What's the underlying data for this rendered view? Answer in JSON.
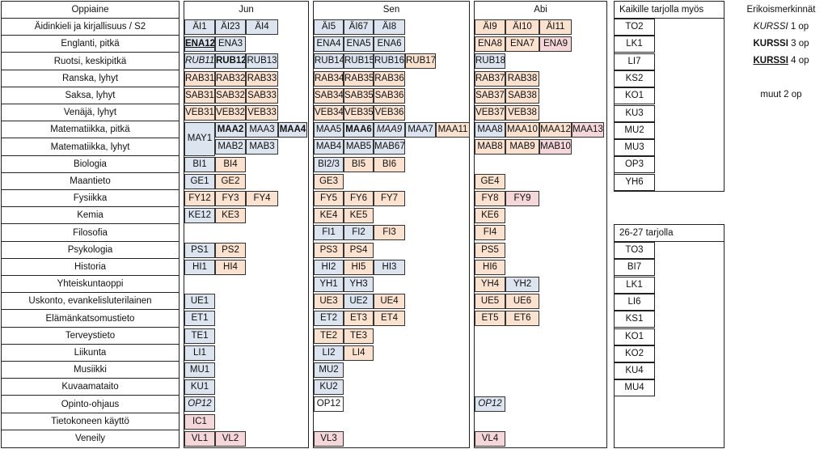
{
  "subjects": {
    "header": "Oppiaine",
    "items": [
      "Äidinkieli ja kirjallisuus / S2",
      "Englanti, pitkä",
      "Ruotsi, keskipitkä",
      "Ranska, lyhyt",
      "Saksa, lyhyt",
      "Venäjä, lyhyt",
      "Matematiikka, pitkä",
      "Matematiikka, lyhyt",
      "Biologia",
      "Maantieto",
      "Fysiikka",
      "Kemia",
      "Filosofia",
      "Psykologia",
      "Historia",
      "Yhteiskuntaoppi",
      "Uskonto, evankelisluterilainen",
      "Elämänkatsomustieto",
      "Terveystieto",
      "Liikunta",
      "Musiikki",
      "Kuvaamataito",
      "Opinto-ohjaus",
      "Tietokoneen käyttö",
      "Veneily"
    ]
  },
  "columns": {
    "jun": "Jun",
    "sen": "Sen",
    "abi": "Abi"
  },
  "colors": {
    "blue": "#dce4ef",
    "orange": "#fbe2cf",
    "pink": "#f5d7d9"
  },
  "courses": {
    "jun": [
      {
        "r": 0,
        "c": 0,
        "t": "ÄI1",
        "k": "blue"
      },
      {
        "r": 0,
        "c": 1,
        "t": "ÄI23",
        "k": "blue"
      },
      {
        "r": 0,
        "c": 2,
        "t": "ÄI4",
        "k": "blue"
      },
      {
        "r": 1,
        "c": 0,
        "t": "ENA12",
        "k": "blue",
        "s": "bold underline"
      },
      {
        "r": 1,
        "c": 1,
        "t": "ENA3",
        "k": "blue"
      },
      {
        "r": 2,
        "c": 0,
        "t": "RUB11",
        "k": "blue",
        "s": "italic"
      },
      {
        "r": 2,
        "c": 1,
        "t": "RUB12",
        "k": "blue",
        "s": "bold"
      },
      {
        "r": 2,
        "c": 2,
        "t": "RUB13",
        "k": "blue"
      },
      {
        "r": 3,
        "c": 0,
        "t": "RAB31",
        "k": "orange"
      },
      {
        "r": 3,
        "c": 1,
        "t": "RAB32",
        "k": "orange"
      },
      {
        "r": 3,
        "c": 2,
        "t": "RAB33",
        "k": "orange"
      },
      {
        "r": 4,
        "c": 0,
        "t": "SAB31",
        "k": "orange"
      },
      {
        "r": 4,
        "c": 1,
        "t": "SAB32",
        "k": "orange"
      },
      {
        "r": 4,
        "c": 2,
        "t": "SAB33",
        "k": "orange"
      },
      {
        "r": 5,
        "c": 0,
        "t": "VEB31",
        "k": "orange"
      },
      {
        "r": 5,
        "c": 1,
        "t": "VEB32",
        "k": "orange"
      },
      {
        "r": 5,
        "c": 2,
        "t": "VEB33",
        "k": "orange"
      },
      {
        "r": 6,
        "c": 0,
        "t": "MAY1",
        "k": "blue",
        "tall": true
      },
      {
        "r": 6,
        "c": 1,
        "t": "MAA2",
        "k": "blue",
        "s": "bold"
      },
      {
        "r": 6,
        "c": 2,
        "t": "MAA3",
        "k": "blue"
      },
      {
        "r": 6,
        "c": 3,
        "t": "MAA4",
        "k": "blue",
        "s": "bold"
      },
      {
        "r": 7,
        "c": 1,
        "t": "MAB2",
        "k": "blue"
      },
      {
        "r": 7,
        "c": 2,
        "t": "MAB3",
        "k": "blue"
      },
      {
        "r": 8,
        "c": 0,
        "t": "BI1",
        "k": "blue"
      },
      {
        "r": 8,
        "c": 1,
        "t": "BI4",
        "k": "orange"
      },
      {
        "r": 9,
        "c": 0,
        "t": "GE1",
        "k": "blue"
      },
      {
        "r": 9,
        "c": 1,
        "t": "GE2",
        "k": "orange"
      },
      {
        "r": 10,
        "c": 0,
        "t": "FY12",
        "k": "orange"
      },
      {
        "r": 10,
        "c": 1,
        "t": "FY3",
        "k": "orange"
      },
      {
        "r": 10,
        "c": 2,
        "t": "FY4",
        "k": "orange"
      },
      {
        "r": 11,
        "c": 0,
        "t": "KE12",
        "k": "blue"
      },
      {
        "r": 11,
        "c": 1,
        "t": "KE3",
        "k": "orange"
      },
      {
        "r": 13,
        "c": 0,
        "t": "PS1",
        "k": "blue"
      },
      {
        "r": 13,
        "c": 1,
        "t": "PS2",
        "k": "orange"
      },
      {
        "r": 14,
        "c": 0,
        "t": "HI1",
        "k": "blue"
      },
      {
        "r": 14,
        "c": 1,
        "t": "HI4",
        "k": "orange"
      },
      {
        "r": 16,
        "c": 0,
        "t": "UE1",
        "k": "blue"
      },
      {
        "r": 17,
        "c": 0,
        "t": "ET1",
        "k": "blue"
      },
      {
        "r": 18,
        "c": 0,
        "t": "TE1",
        "k": "blue"
      },
      {
        "r": 19,
        "c": 0,
        "t": "LI1",
        "k": "blue"
      },
      {
        "r": 20,
        "c": 0,
        "t": "MU1",
        "k": "blue"
      },
      {
        "r": 21,
        "c": 0,
        "t": "KU1",
        "k": "blue"
      },
      {
        "r": 22,
        "c": 0,
        "t": "OP12",
        "k": "blue",
        "s": "italic"
      },
      {
        "r": 23,
        "c": 0,
        "t": "IC1",
        "k": "pink"
      },
      {
        "r": 24,
        "c": 0,
        "t": "VL1",
        "k": "pink"
      },
      {
        "r": 24,
        "c": 1,
        "t": "VL2",
        "k": "pink"
      }
    ],
    "sen": [
      {
        "r": 0,
        "c": 0,
        "t": "ÄI5",
        "k": "blue"
      },
      {
        "r": 0,
        "c": 1,
        "t": "ÄI67",
        "k": "blue"
      },
      {
        "r": 0,
        "c": 2,
        "t": "ÄI8",
        "k": "blue"
      },
      {
        "r": 1,
        "c": 0,
        "t": "ENA4",
        "k": "blue"
      },
      {
        "r": 1,
        "c": 1,
        "t": "ENA5",
        "k": "blue"
      },
      {
        "r": 1,
        "c": 2,
        "t": "ENA6",
        "k": "blue"
      },
      {
        "r": 2,
        "c": 0,
        "t": "RUB14",
        "k": "blue"
      },
      {
        "r": 2,
        "c": 1,
        "t": "RUB15",
        "k": "blue"
      },
      {
        "r": 2,
        "c": 2,
        "t": "RUB16",
        "k": "blue"
      },
      {
        "r": 2,
        "c": 3,
        "t": "RUB17",
        "k": "orange"
      },
      {
        "r": 3,
        "c": 0,
        "t": "RAB34",
        "k": "orange"
      },
      {
        "r": 3,
        "c": 1,
        "t": "RAB35",
        "k": "orange"
      },
      {
        "r": 3,
        "c": 2,
        "t": "RAB36",
        "k": "orange"
      },
      {
        "r": 4,
        "c": 0,
        "t": "SAB34",
        "k": "orange"
      },
      {
        "r": 4,
        "c": 1,
        "t": "SAB35",
        "k": "orange"
      },
      {
        "r": 4,
        "c": 2,
        "t": "SAB36",
        "k": "orange"
      },
      {
        "r": 5,
        "c": 0,
        "t": "VEB34",
        "k": "orange"
      },
      {
        "r": 5,
        "c": 1,
        "t": "VEB35",
        "k": "orange"
      },
      {
        "r": 5,
        "c": 2,
        "t": "VEB36",
        "k": "orange"
      },
      {
        "r": 6,
        "c": 0,
        "t": "MAA5",
        "k": "blue"
      },
      {
        "r": 6,
        "c": 1,
        "t": "MAA6",
        "k": "blue",
        "s": "bold"
      },
      {
        "r": 6,
        "c": 2,
        "t": "MAA9",
        "k": "blue",
        "s": "italic"
      },
      {
        "r": 6,
        "c": 3,
        "t": "MAA7",
        "k": "blue"
      },
      {
        "r": 6,
        "c": 4,
        "t": "MAA11",
        "k": "orange"
      },
      {
        "r": 7,
        "c": 0,
        "t": "MAB4",
        "k": "blue"
      },
      {
        "r": 7,
        "c": 1,
        "t": "MAB5",
        "k": "blue"
      },
      {
        "r": 7,
        "c": 2,
        "t": "MAB67",
        "k": "blue"
      },
      {
        "r": 8,
        "c": 0,
        "t": "BI2/3",
        "k": "blue"
      },
      {
        "r": 8,
        "c": 1,
        "t": "BI5",
        "k": "orange"
      },
      {
        "r": 8,
        "c": 2,
        "t": "BI6",
        "k": "orange"
      },
      {
        "r": 9,
        "c": 0,
        "t": "GE3",
        "k": "orange"
      },
      {
        "r": 10,
        "c": 0,
        "t": "FY5",
        "k": "orange"
      },
      {
        "r": 10,
        "c": 1,
        "t": "FY6",
        "k": "orange"
      },
      {
        "r": 10,
        "c": 2,
        "t": "FY7",
        "k": "orange"
      },
      {
        "r": 11,
        "c": 0,
        "t": "KE4",
        "k": "orange"
      },
      {
        "r": 11,
        "c": 1,
        "t": "KE5",
        "k": "orange"
      },
      {
        "r": 12,
        "c": 0,
        "t": "FI1",
        "k": "blue"
      },
      {
        "r": 12,
        "c": 1,
        "t": "FI2",
        "k": "blue"
      },
      {
        "r": 12,
        "c": 2,
        "t": "FI3",
        "k": "orange"
      },
      {
        "r": 13,
        "c": 0,
        "t": "PS3",
        "k": "orange"
      },
      {
        "r": 13,
        "c": 1,
        "t": "PS4",
        "k": "orange"
      },
      {
        "r": 14,
        "c": 0,
        "t": "HI2",
        "k": "blue"
      },
      {
        "r": 14,
        "c": 1,
        "t": "HI5",
        "k": "orange"
      },
      {
        "r": 14,
        "c": 2,
        "t": "HI3",
        "k": "blue"
      },
      {
        "r": 15,
        "c": 0,
        "t": "YH1",
        "k": "blue"
      },
      {
        "r": 15,
        "c": 1,
        "t": "YH3",
        "k": "blue"
      },
      {
        "r": 16,
        "c": 0,
        "t": "UE3",
        "k": "orange"
      },
      {
        "r": 16,
        "c": 1,
        "t": "UE2",
        "k": "blue"
      },
      {
        "r": 16,
        "c": 2,
        "t": "UE4",
        "k": "orange"
      },
      {
        "r": 17,
        "c": 0,
        "t": "ET2",
        "k": "blue"
      },
      {
        "r": 17,
        "c": 1,
        "t": "ET3",
        "k": "orange"
      },
      {
        "r": 17,
        "c": 2,
        "t": "ET4",
        "k": "orange"
      },
      {
        "r": 18,
        "c": 0,
        "t": "TE2",
        "k": "orange"
      },
      {
        "r": 18,
        "c": 1,
        "t": "TE3",
        "k": "orange"
      },
      {
        "r": 19,
        "c": 0,
        "t": "LI2",
        "k": "blue"
      },
      {
        "r": 19,
        "c": 1,
        "t": "LI4",
        "k": "orange"
      },
      {
        "r": 20,
        "c": 0,
        "t": "MU2",
        "k": "blue"
      },
      {
        "r": 21,
        "c": 0,
        "t": "KU2",
        "k": "blue"
      },
      {
        "r": 22,
        "c": 0,
        "t": "OP12",
        "k": "none"
      },
      {
        "r": 24,
        "c": 0,
        "t": "VL3",
        "k": "pink"
      }
    ],
    "abi": [
      {
        "r": 0,
        "c": 0,
        "t": "ÄI9",
        "k": "orange"
      },
      {
        "r": 0,
        "c": 1,
        "t": "ÄI10",
        "k": "orange"
      },
      {
        "r": 0,
        "c": 2,
        "t": "ÄI11",
        "k": "orange"
      },
      {
        "r": 1,
        "c": 0,
        "t": "ENA8",
        "k": "orange"
      },
      {
        "r": 1,
        "c": 1,
        "t": "ENA7",
        "k": "orange"
      },
      {
        "r": 1,
        "c": 2,
        "t": "ENA9",
        "k": "pink"
      },
      {
        "r": 2,
        "c": 0,
        "t": "RUB18",
        "k": "blue"
      },
      {
        "r": 3,
        "c": 0,
        "t": "RAB37",
        "k": "orange"
      },
      {
        "r": 3,
        "c": 1,
        "t": "RAB38",
        "k": "orange"
      },
      {
        "r": 4,
        "c": 0,
        "t": "SAB37",
        "k": "orange"
      },
      {
        "r": 4,
        "c": 1,
        "t": "SAB38",
        "k": "orange"
      },
      {
        "r": 5,
        "c": 0,
        "t": "VEB37",
        "k": "orange"
      },
      {
        "r": 5,
        "c": 1,
        "t": "VEB38",
        "k": "orange"
      },
      {
        "r": 6,
        "c": 0,
        "t": "MAA8",
        "k": "blue"
      },
      {
        "r": 6,
        "c": 1,
        "t": "MAA10",
        "k": "orange"
      },
      {
        "r": 6,
        "c": 2,
        "t": "MAA12",
        "k": "orange"
      },
      {
        "r": 6,
        "c": 3,
        "t": "MAA13",
        "k": "pink"
      },
      {
        "r": 7,
        "c": 0,
        "t": "MAB8",
        "k": "orange"
      },
      {
        "r": 7,
        "c": 1,
        "t": "MAB9",
        "k": "orange"
      },
      {
        "r": 7,
        "c": 2,
        "t": "MAB10",
        "k": "pink"
      },
      {
        "r": 9,
        "c": 0,
        "t": "GE4",
        "k": "orange"
      },
      {
        "r": 10,
        "c": 0,
        "t": "FY8",
        "k": "orange"
      },
      {
        "r": 10,
        "c": 1,
        "t": "FY9",
        "k": "pink"
      },
      {
        "r": 11,
        "c": 0,
        "t": "KE6",
        "k": "orange"
      },
      {
        "r": 12,
        "c": 0,
        "t": "FI4",
        "k": "orange"
      },
      {
        "r": 13,
        "c": 0,
        "t": "PS5",
        "k": "orange"
      },
      {
        "r": 14,
        "c": 0,
        "t": "HI6",
        "k": "orange"
      },
      {
        "r": 15,
        "c": 0,
        "t": "YH4",
        "k": "orange"
      },
      {
        "r": 15,
        "c": 1,
        "t": "YH2",
        "k": "blue"
      },
      {
        "r": 16,
        "c": 0,
        "t": "UE5",
        "k": "orange"
      },
      {
        "r": 16,
        "c": 1,
        "t": "UE6",
        "k": "orange"
      },
      {
        "r": 17,
        "c": 0,
        "t": "ET5",
        "k": "orange"
      },
      {
        "r": 17,
        "c": 1,
        "t": "ET6",
        "k": "orange"
      },
      {
        "r": 22,
        "c": 0,
        "t": "OP12",
        "k": "blue",
        "s": "italic"
      },
      {
        "r": 24,
        "c": 0,
        "t": "VL4",
        "k": "pink"
      }
    ]
  },
  "sidebar1": {
    "title": "Kaikille tarjolla myös",
    "items": [
      "TO2",
      "LK1",
      "LI7",
      "KS2",
      "KO1",
      "KU3",
      "MU2",
      "MU3",
      "OP3",
      "YH6"
    ]
  },
  "sidebar2": {
    "title": "26-27 tarjolla",
    "items": [
      "TO3",
      "BI7",
      "LK1",
      "LI6",
      "KS1",
      "KO1",
      "KO2",
      "KU4",
      "MU4"
    ]
  },
  "legend": {
    "title": "Erikoismerkinnät",
    "line1_key": "KURSSI",
    "line1_val": "1 op",
    "line2_key": "KURSSI",
    "line2_val": "3 op",
    "line3_key": "KURSSI",
    "line3_val": "4 op",
    "line4": "muut 2 op"
  }
}
